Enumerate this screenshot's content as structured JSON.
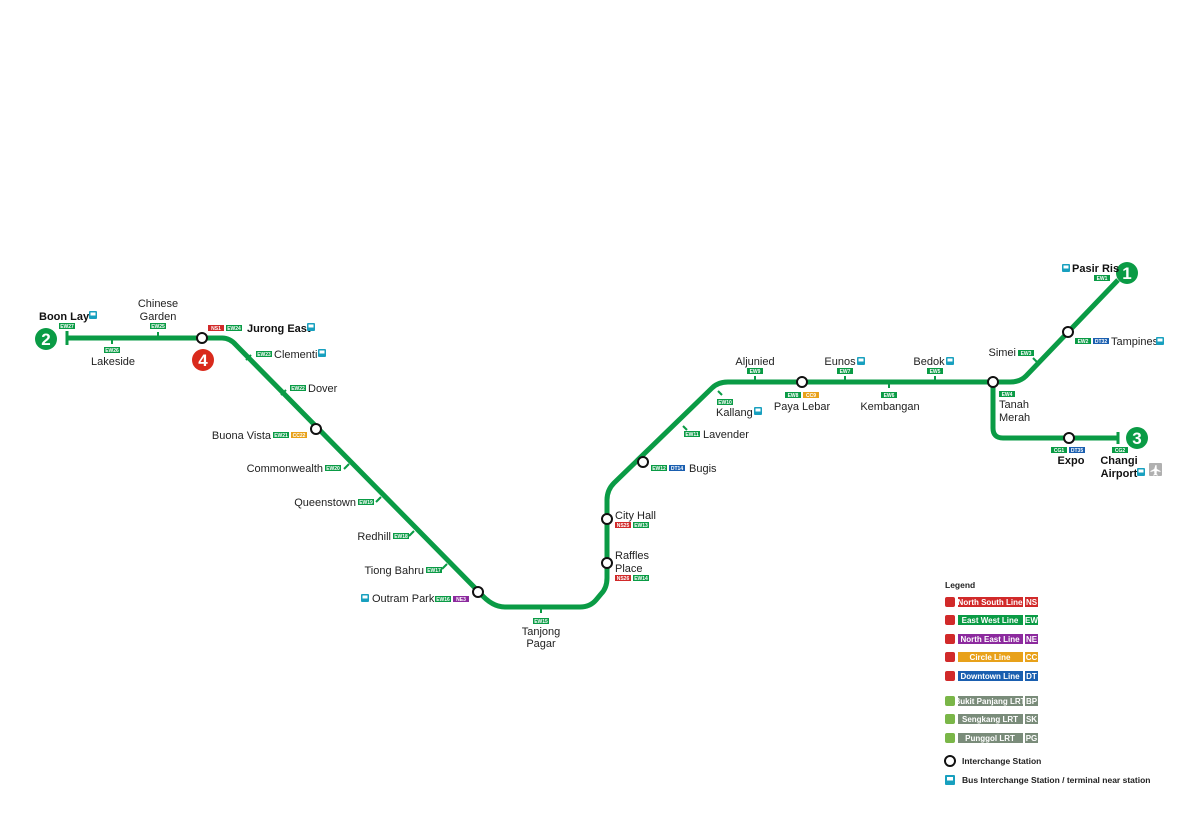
{
  "colors": {
    "ew": "#0a9b45",
    "ns": "#d12a2a",
    "ne": "#8c2a9e",
    "cc": "#e8a11a",
    "dt": "#1a5fb0",
    "lrt": "#7a8c7a",
    "lrt_icon": "#7ab648",
    "bus": "#18a0bf",
    "terminus_red": "#d92a1c"
  },
  "terminals": {
    "t1": "1",
    "t2": "2",
    "t3": "3",
    "t4": "4"
  },
  "stations": {
    "boon_lay": {
      "name": "Boon Lay",
      "codes": [
        "EW27"
      ]
    },
    "lakeside": {
      "name": "Lakeside",
      "codes": [
        "EW26"
      ]
    },
    "chinese_garden": {
      "name1": "Chinese",
      "name2": "Garden",
      "codes": [
        "EW25"
      ]
    },
    "jurong_east": {
      "name": "Jurong East",
      "codes": [
        "NS1",
        "EW24"
      ]
    },
    "clementi": {
      "name": "Clementi",
      "codes": [
        "EW23"
      ]
    },
    "dover": {
      "name": "Dover",
      "codes": [
        "EW22"
      ]
    },
    "buona_vista": {
      "name": "Buona Vista",
      "codes": [
        "EW21",
        "CC22"
      ]
    },
    "commonwealth": {
      "name": "Commonwealth",
      "codes": [
        "EW20"
      ]
    },
    "queenstown": {
      "name": "Queenstown",
      "codes": [
        "EW19"
      ]
    },
    "redhill": {
      "name": "Redhill",
      "codes": [
        "EW18"
      ]
    },
    "tiong_bahru": {
      "name": "Tiong Bahru",
      "codes": [
        "EW17"
      ]
    },
    "outram_park": {
      "name": "Outram Park",
      "codes": [
        "EW16",
        "NE3"
      ]
    },
    "tanjong_pagar": {
      "name1": "Tanjong",
      "name2": "Pagar",
      "codes": [
        "EW15"
      ]
    },
    "raffles_place": {
      "name1": "Raffles",
      "name2": "Place",
      "codes": [
        "NS26",
        "EW14"
      ]
    },
    "city_hall": {
      "name": "City Hall",
      "codes": [
        "NS25",
        "EW13"
      ]
    },
    "bugis": {
      "name": "Bugis",
      "codes": [
        "EW12",
        "DT14"
      ]
    },
    "lavender": {
      "name": "Lavender",
      "codes": [
        "EW11"
      ]
    },
    "kallang": {
      "name": "Kallang",
      "codes": [
        "EW10"
      ]
    },
    "aljunied": {
      "name": "Aljunied",
      "codes": [
        "EW9"
      ]
    },
    "paya_lebar": {
      "name": "Paya Lebar",
      "codes": [
        "EW8",
        "CC9"
      ]
    },
    "eunos": {
      "name": "Eunos",
      "codes": [
        "EW7"
      ]
    },
    "kembangan": {
      "name": "Kembangan",
      "codes": [
        "EW6"
      ]
    },
    "bedok": {
      "name": "Bedok",
      "codes": [
        "EW5"
      ]
    },
    "tanah_merah": {
      "name1": "Tanah",
      "name2": "Merah",
      "codes": [
        "EW4"
      ]
    },
    "simei": {
      "name": "Simei",
      "codes": [
        "EW3"
      ]
    },
    "tampines": {
      "name": "Tampines",
      "codes": [
        "EW2",
        "DT32"
      ]
    },
    "pasir_ris": {
      "name": "Pasir Ris",
      "codes": [
        "EW1"
      ]
    },
    "expo": {
      "name": "Expo",
      "codes": [
        "CG1",
        "DT35"
      ]
    },
    "changi_airport": {
      "name1": "Changi",
      "name2": "Airport",
      "codes": [
        "CG2"
      ]
    }
  },
  "legend": {
    "title": "Legend",
    "lines": [
      {
        "label": "North South Line",
        "code": "NS",
        "color": "#d12a2a"
      },
      {
        "label": "East West Line",
        "code": "EW",
        "color": "#0a9b45"
      },
      {
        "label": "North East Line",
        "code": "NE",
        "color": "#8c2a9e"
      },
      {
        "label": "Circle Line",
        "code": "CC",
        "color": "#e8a11a"
      },
      {
        "label": "Downtown Line",
        "code": "DT",
        "color": "#1a5fb0"
      }
    ],
    "lrt": [
      {
        "label": "Bukit Panjang LRT",
        "code": "BP"
      },
      {
        "label": "Sengkang LRT",
        "code": "SK"
      },
      {
        "label": "Punggol LRT",
        "code": "PG"
      }
    ],
    "interchange": "Interchange Station",
    "bus": "Bus Interchange Station / terminal near station"
  }
}
